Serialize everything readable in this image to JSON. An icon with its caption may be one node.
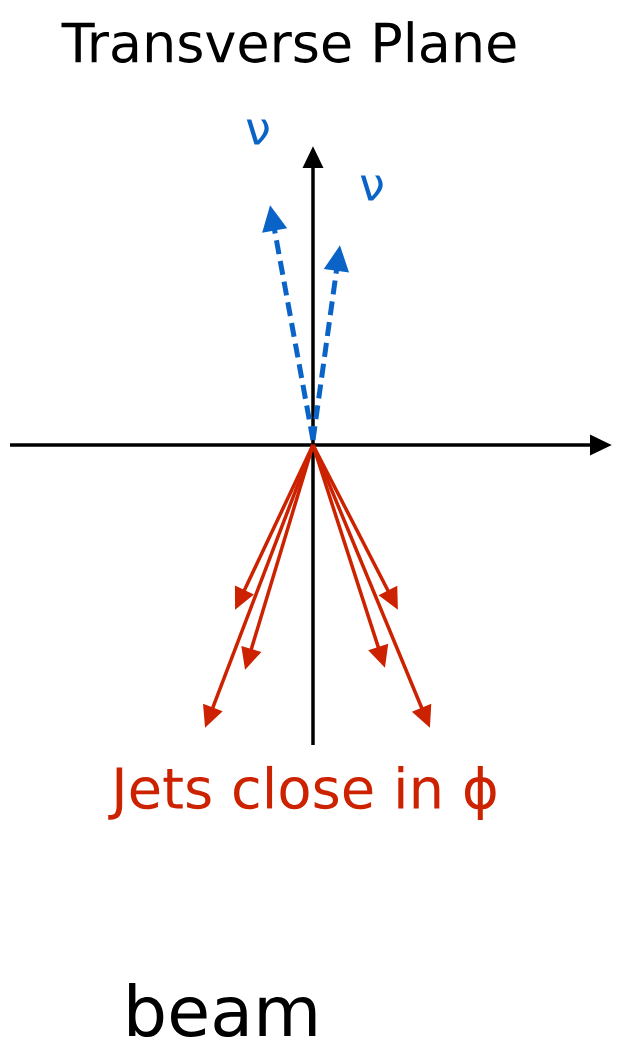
{
  "diagram": {
    "title": "Transverse Plane",
    "labels": [
      "ν",
      "ν",
      "Jets close in ϕ",
      "beam"
    ]
  }
}
